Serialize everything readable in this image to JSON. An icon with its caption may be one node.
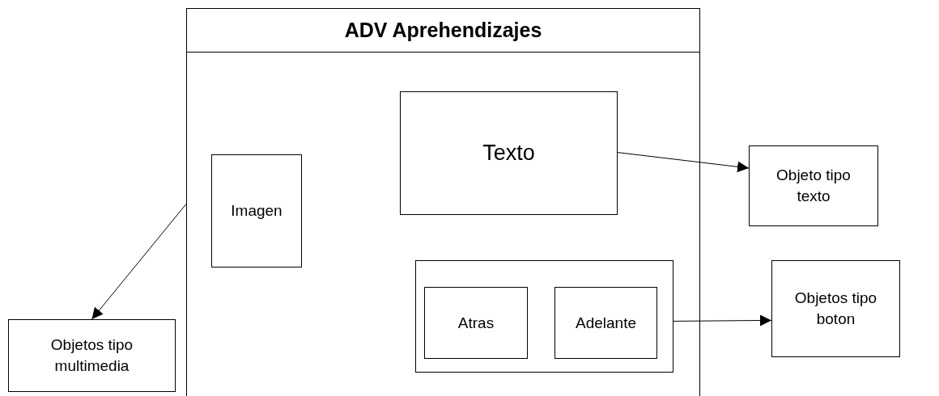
{
  "diagram": {
    "nodes": [
      {
        "text": [
          "ADV Aprehendizajes"
        ]
      },
      {
        "text": [
          "Imagen"
        ],
        "in": 0
      },
      {
        "text": [
          "Texto"
        ],
        "in": 0
      },
      {
        "text": [],
        "shape": "box",
        "in": 0
      },
      {
        "text": [
          "Atras"
        ],
        "in": 3
      },
      {
        "text": [
          "Adelante"
        ],
        "in": 3
      },
      {
        "text": [
          "Objeto tipo texto"
        ]
      },
      {
        "text": [
          "Objetos tipo boton"
        ]
      },
      {
        "text": [
          "Objetos tipo multimedia"
        ]
      }
    ],
    "edges": [
      {
        "from": 0,
        "to": 8,
        "arrow": "to"
      },
      {
        "from": 2,
        "to": 6,
        "arrow": "to"
      },
      {
        "from": 3,
        "to": 7,
        "arrow": "to"
      }
    ]
  }
}
